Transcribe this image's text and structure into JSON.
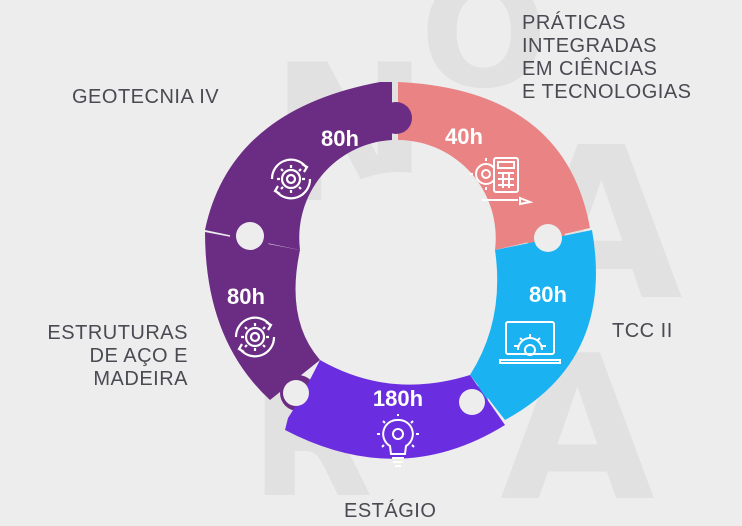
{
  "segments": [
    {
      "id": "geotecnia",
      "label": "GEOTECNIA IV",
      "hours": "80h",
      "color": "#6b2d84",
      "icon": "gear-cycle-icon"
    },
    {
      "id": "praticas",
      "label": "PRÁTICAS\nINTEGRADAS\nEM CIÊNCIAS\nE TECNOLOGIAS",
      "hours": "40h",
      "color": "#e98384",
      "icon": "calculator-gear-icon"
    },
    {
      "id": "tcc",
      "label": "TCC II",
      "hours": "80h",
      "color": "#1ab2f0",
      "icon": "laptop-gear-icon"
    },
    {
      "id": "estagio",
      "label": "ESTÁGIO",
      "hours": "180h",
      "color": "#6a2ee0",
      "icon": "lightbulb-gear-icon"
    },
    {
      "id": "estruturas",
      "label": "ESTRUTURAS\nDE AÇO E\nMADEIRA",
      "hours": "80h",
      "color": "#6b2d84",
      "icon": "gear-cycle-icon"
    }
  ]
}
